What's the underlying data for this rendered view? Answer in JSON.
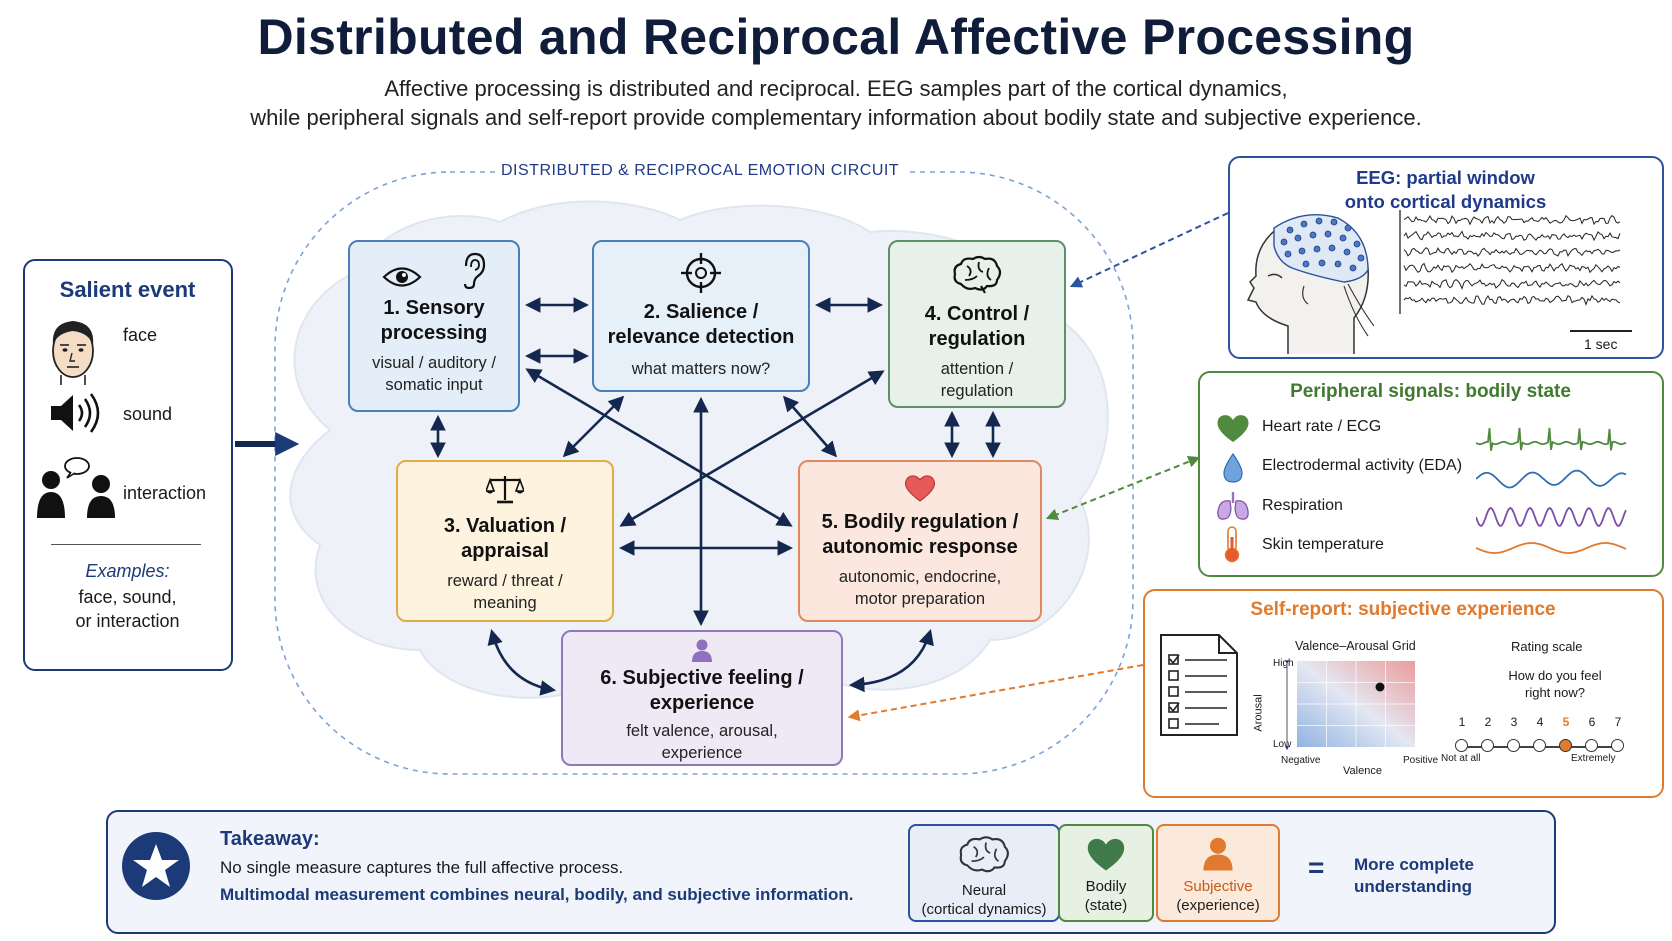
{
  "header": {
    "title": "Distributed and Reciprocal Affective Processing",
    "subtitle_line1": "Affective processing is distributed and reciprocal. EEG samples part of the cortical dynamics,",
    "subtitle_line2": "while peripheral signals and self-report provide complementary information about bodily state and subjective experience."
  },
  "circuit": {
    "label": "DISTRIBUTED & RECIPROCAL EMOTION CIRCUIT",
    "nodes": [
      {
        "title1": "1. Sensory",
        "title2": "processing",
        "desc1": "visual / auditory /",
        "desc2": "somatic input",
        "icons": [
          "eye-icon",
          "ear-icon"
        ]
      },
      {
        "title1": "2. Salience /",
        "title2": "relevance detection",
        "desc1": "what matters now?",
        "desc2": "",
        "icons": [
          "crosshair-icon"
        ]
      },
      {
        "title1": "3. Valuation /",
        "title2": "appraisal",
        "desc1": "reward / threat /",
        "desc2": "meaning",
        "icons": [
          "scale-icon"
        ]
      },
      {
        "title1": "4. Control /",
        "title2": "regulation",
        "desc1": "attention /",
        "desc2": "regulation",
        "icons": [
          "brain-icon"
        ]
      },
      {
        "title1": "5. Bodily regulation /",
        "title2": "autonomic response",
        "desc1": "autonomic, endocrine,",
        "desc2": "motor preparation",
        "icons": [
          "heart-icon"
        ]
      },
      {
        "title1": "6. Subjective feeling /",
        "title2": "experience",
        "desc1": "felt valence, arousal,",
        "desc2": "experience",
        "icons": [
          "person-icon"
        ]
      }
    ]
  },
  "salient": {
    "title": "Salient event",
    "items": [
      {
        "label": "face",
        "icon": "face-icon"
      },
      {
        "label": "sound",
        "icon": "speaker-icon"
      },
      {
        "label": "interaction",
        "icon": "interaction-icon"
      }
    ],
    "examples_label": "Examples:",
    "examples_line1": "face, sound,",
    "examples_line2": "or interaction"
  },
  "eeg": {
    "title_line1": "EEG: partial window",
    "title_line2": "onto cortical dynamics",
    "scale_label": "1 sec"
  },
  "peripheral": {
    "title": "Peripheral signals: bodily state",
    "signals": [
      {
        "label": "Heart rate / ECG",
        "icon": "heart-icon",
        "color": "#4f8a3e"
      },
      {
        "label": "Electrodermal activity (EDA)",
        "icon": "droplet-icon",
        "color": "#2f6fb5"
      },
      {
        "label": "Respiration",
        "icon": "lungs-icon",
        "color": "#7b4fa8"
      },
      {
        "label": "Skin temperature",
        "icon": "thermometer-icon",
        "color": "#e07a2e"
      }
    ]
  },
  "self_report": {
    "title": "Self-report: subjective experience",
    "grid_title": "Valence–Arousal Grid",
    "arousal_label": "Arousal",
    "high_label": "High",
    "low_label": "Low",
    "negative_label": "Negative",
    "positive_label": "Positive",
    "valence_label": "Valence",
    "rating_title": "Rating scale",
    "question_line1": "How do you feel",
    "question_line2": "right now?",
    "scale_values": [
      "1",
      "2",
      "3",
      "4",
      "5",
      "6",
      "7"
    ],
    "selected_value": "5",
    "not_at_all_label": "Not at all",
    "extremely_label": "Extremely"
  },
  "takeaway": {
    "title": "Takeaway:",
    "line1": "No single measure captures the full affective process.",
    "line2": "Multimodal measurement combines neural, bodily, and subjective information.",
    "pieces": [
      {
        "label1": "Neural",
        "label2": "(cortical dynamics)"
      },
      {
        "label1": "Bodily",
        "label2": "(state)"
      },
      {
        "label1": "Subjective",
        "label2": "(experience)"
      }
    ],
    "equals": "=",
    "result_line1": "More complete",
    "result_line2": "understanding"
  },
  "colors": {
    "navy": "#1c3a78",
    "blue": "#2c52a0",
    "green": "#4f8a3e",
    "orange": "#e07a2e",
    "purple": "#7b4fa8",
    "selected_rating": "#e07a2e"
  }
}
